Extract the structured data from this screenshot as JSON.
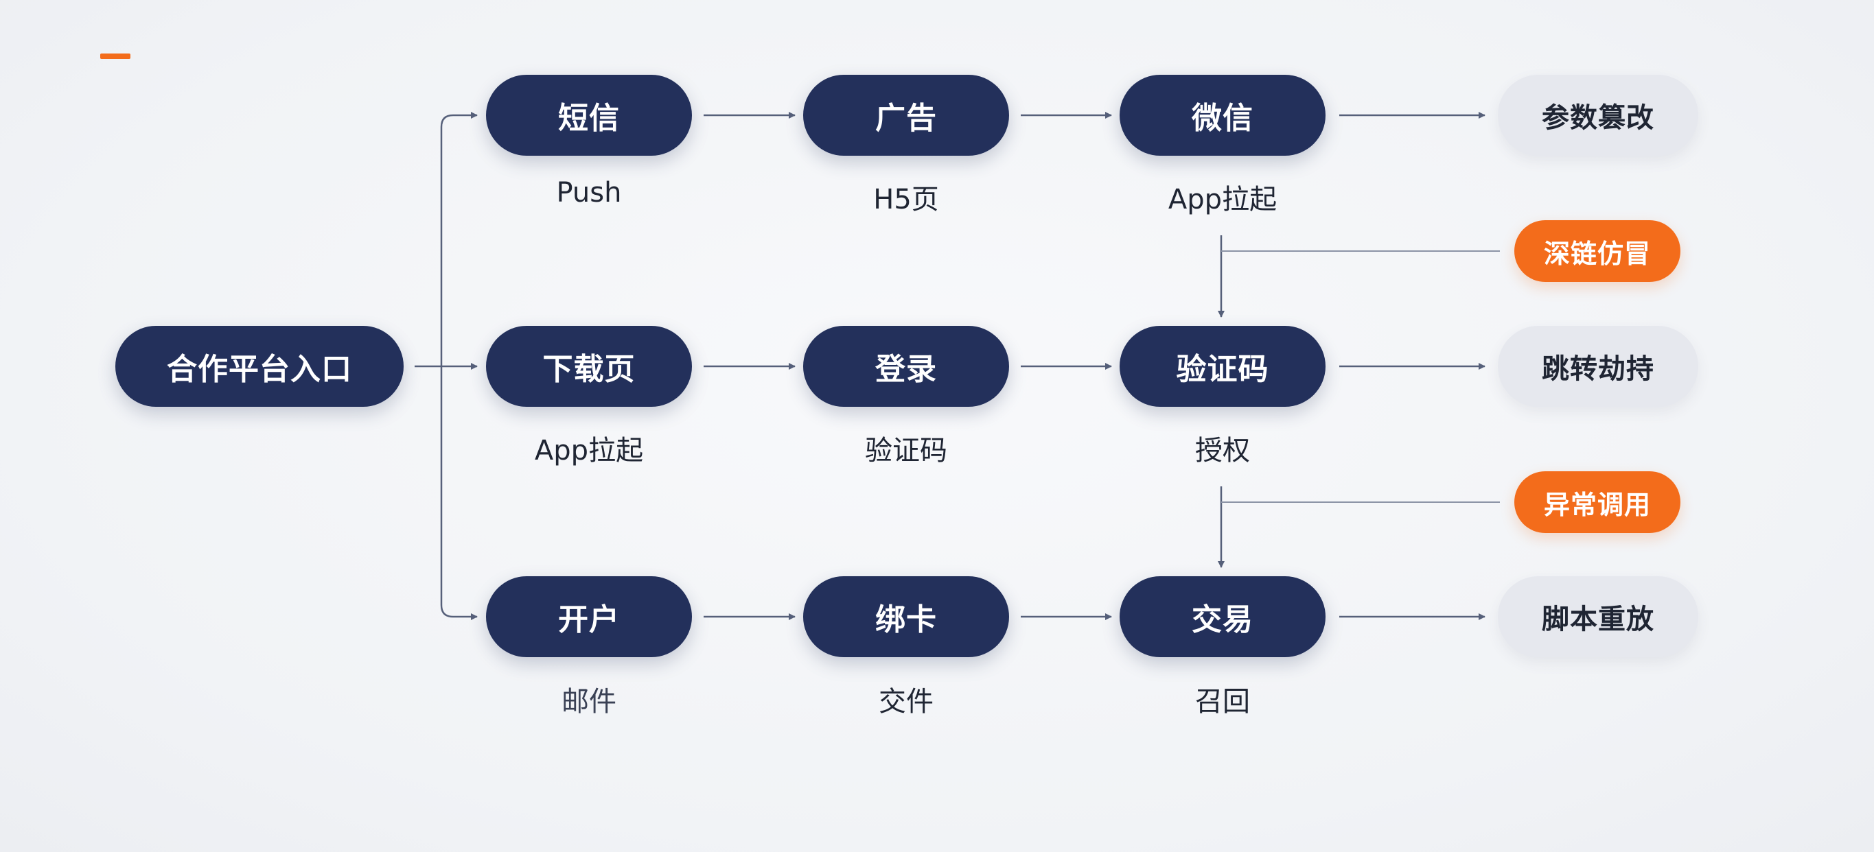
{
  "colors": {
    "primary": "#23305b",
    "accent": "#f36c1b",
    "risk_bg": "#e6e8ee",
    "line": "#56607a"
  },
  "entry": {
    "label": "合作平台入口"
  },
  "rows": [
    {
      "steps": [
        {
          "label": "短信",
          "sub": "Push"
        },
        {
          "label": "广告",
          "sub": "H5页"
        },
        {
          "label": "微信",
          "sub": "App拉起"
        }
      ],
      "risk": "参数篡改"
    },
    {
      "steps": [
        {
          "label": "下载页",
          "sub": "App拉起"
        },
        {
          "label": "登录",
          "sub": "验证码"
        },
        {
          "label": "验证码",
          "sub": "授权"
        }
      ],
      "risk": "跳转劫持"
    },
    {
      "steps": [
        {
          "label": "开户",
          "sub": "邮件"
        },
        {
          "label": "绑卡",
          "sub": "交件"
        },
        {
          "label": "交易",
          "sub": "召回"
        }
      ],
      "risk": "脚本重放"
    }
  ],
  "alerts": [
    {
      "label": "深链仿冒"
    },
    {
      "label": "异常调用"
    }
  ]
}
